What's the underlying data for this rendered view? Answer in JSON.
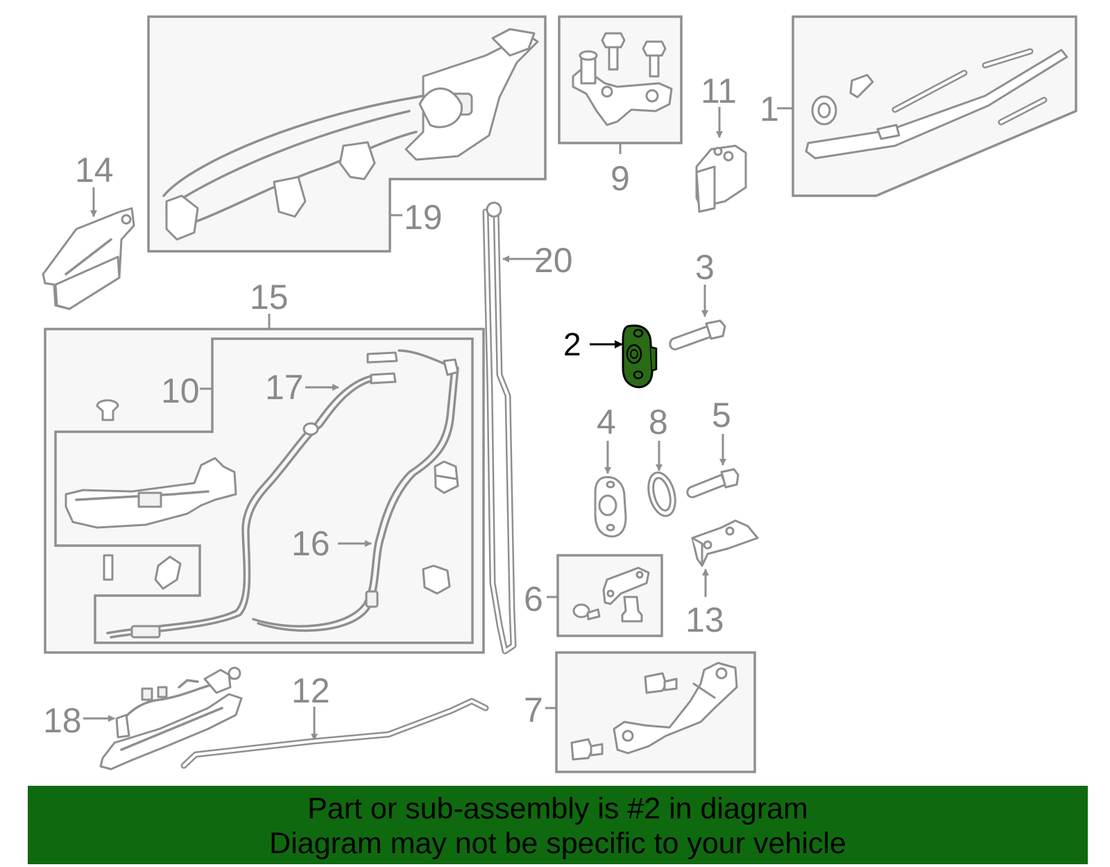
{
  "labels": {
    "c1": "1",
    "c2": "2",
    "c3": "3",
    "c4": "4",
    "c5": "5",
    "c6": "6",
    "c7": "7",
    "c8": "8",
    "c9": "9",
    "c10": "10",
    "c11": "11",
    "c12": "12",
    "c13": "13",
    "c14": "14",
    "c15": "15",
    "c16": "16",
    "c17": "17",
    "c18": "18",
    "c19": "19",
    "c20": "20"
  },
  "highlight": {
    "part_number": "2",
    "color": "#2b6b16"
  },
  "colors": {
    "line": "#8f8f8f",
    "banner": "#0f6a0f",
    "box_fill": "#f7f7f7"
  },
  "banner": {
    "line1": "Part or sub-assembly is #2 in diagram",
    "line2": "Diagram may not be specific to your vehicle"
  }
}
